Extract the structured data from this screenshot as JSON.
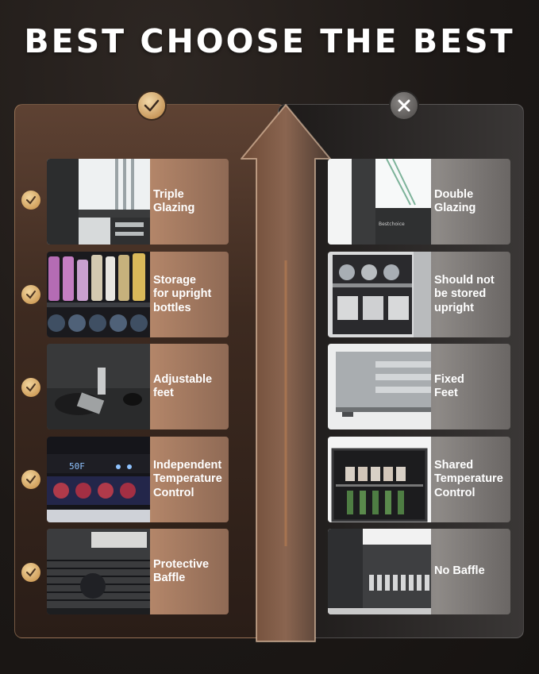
{
  "title": "BEST CHOOSE THE BEST",
  "colors": {
    "gold": "#c99a5e",
    "copper": "#b5876a",
    "silver": "#8e8a87"
  },
  "icons": {
    "best": "check-icon",
    "other": "x-icon"
  },
  "best_features": [
    {
      "label": "Triple\nGlazing",
      "image": "triple-glazed-door-image"
    },
    {
      "label": "Storage\nfor upright\nbottles",
      "image": "upright-bottles-image"
    },
    {
      "label": "Adjustable\nfeet",
      "image": "adjustable-feet-image"
    },
    {
      "label": "Independent\nTemperature\nControl",
      "image": "dual-zone-control-image"
    },
    {
      "label": "Protective\nBaffle",
      "image": "protective-baffle-image"
    }
  ],
  "other_features": [
    {
      "label": "Double\nGlazing",
      "image": "double-glazed-door-image",
      "image_text": "Bestchoice"
    },
    {
      "label": "Should not\nbe stored\nupright",
      "image": "stacked-cans-image"
    },
    {
      "label": "Fixed\nFeet",
      "image": "fixed-feet-image"
    },
    {
      "label": "Shared\nTemperature\nControl",
      "image": "single-zone-fridge-image"
    },
    {
      "label": "No Baffle",
      "image": "no-baffle-image"
    }
  ],
  "display_readout": "50F"
}
